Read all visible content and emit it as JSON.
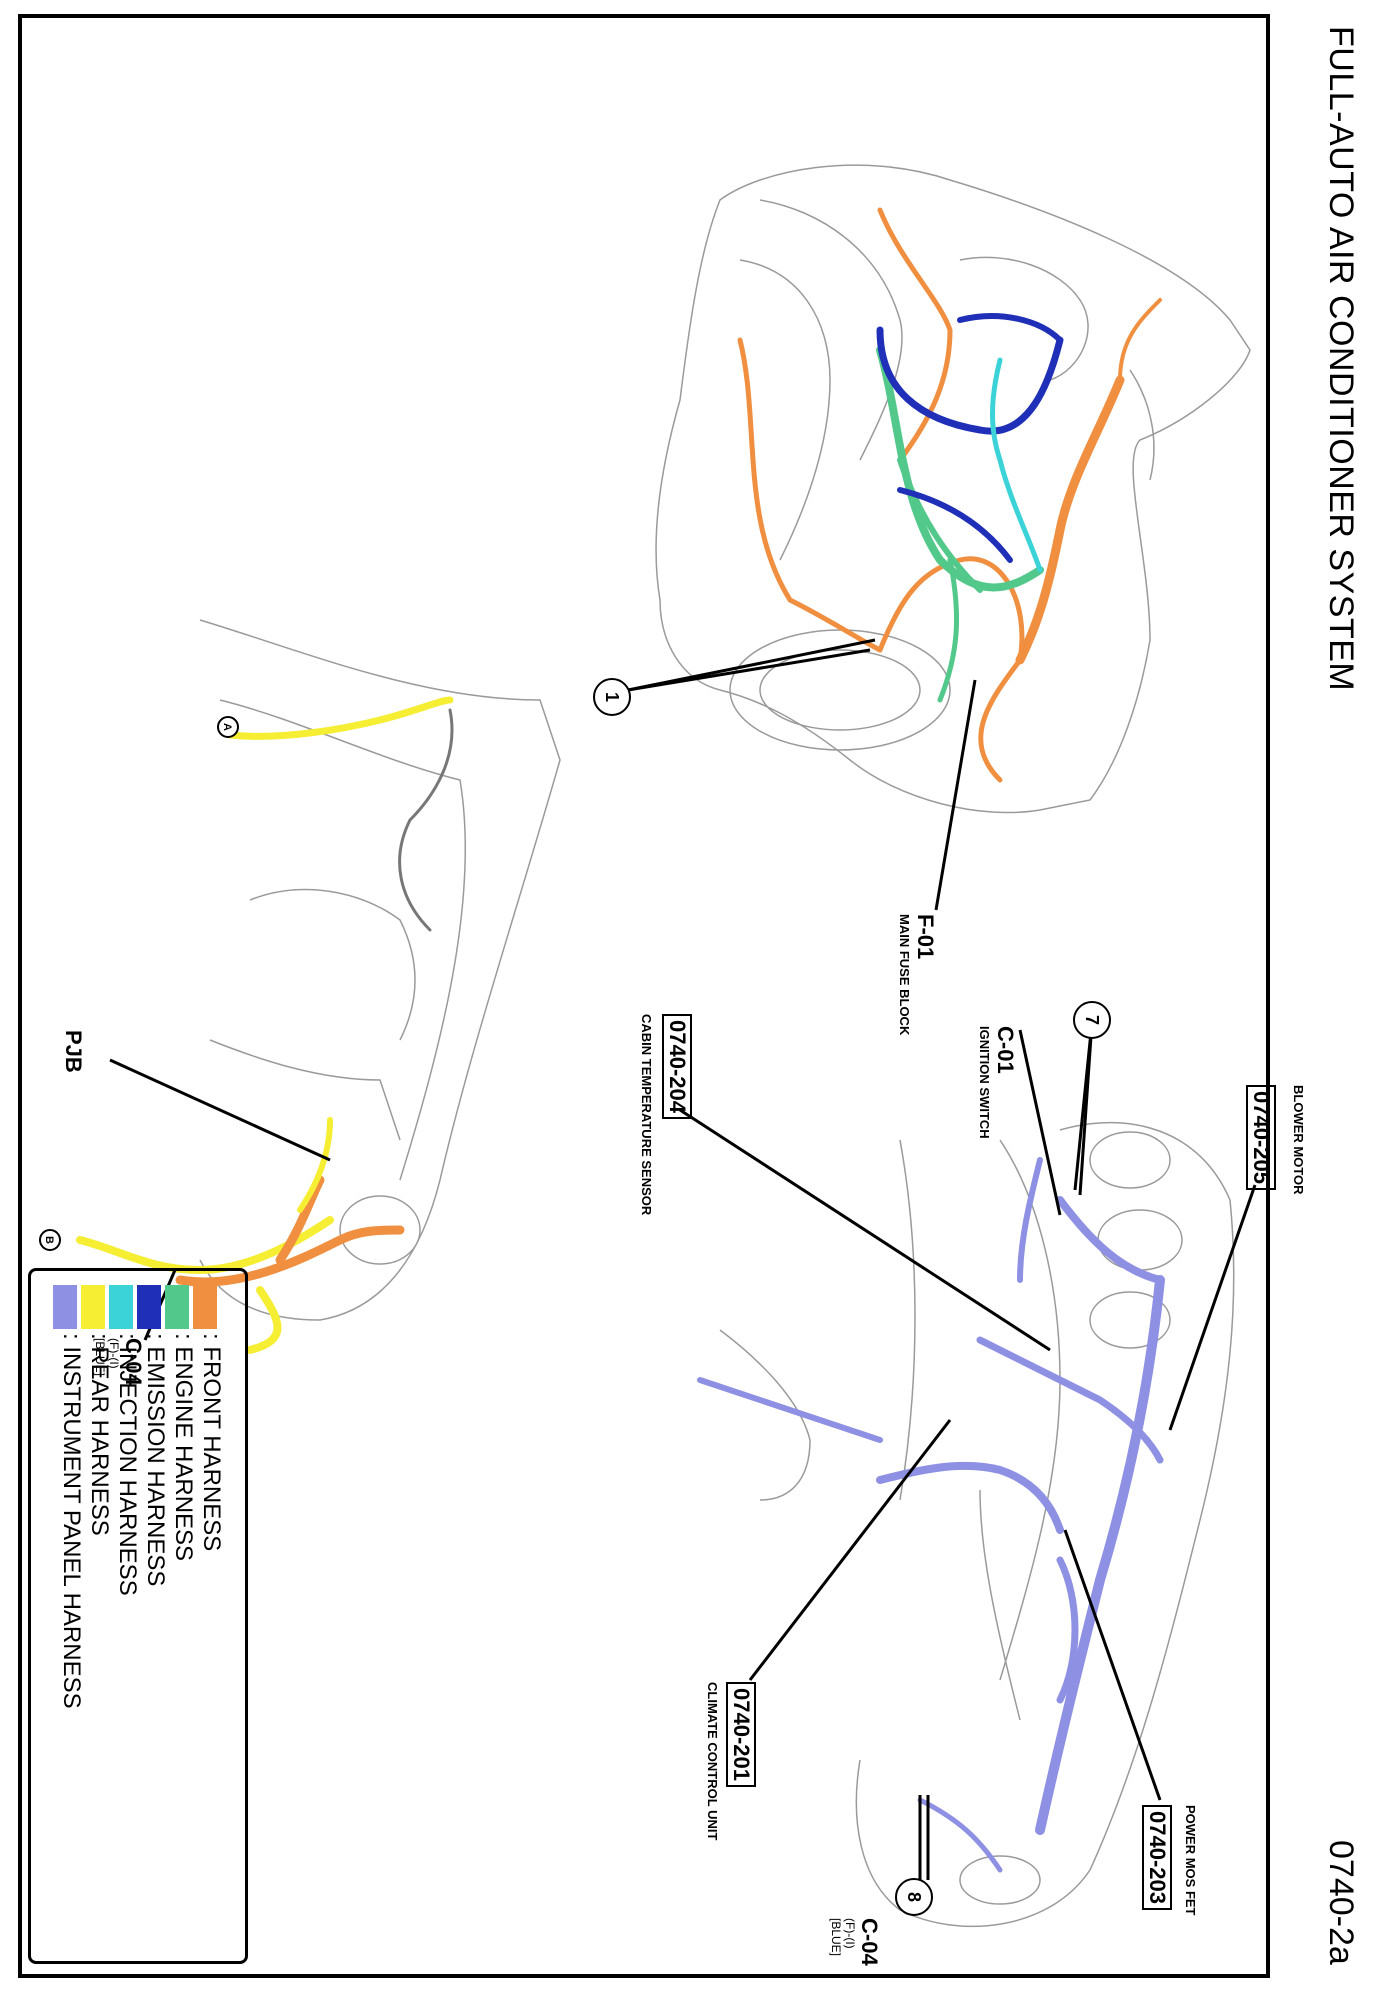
{
  "title": "FULL-AUTO AIR CONDITIONER SYSTEM",
  "page_number": "0740-2a",
  "callouts": {
    "one": "1",
    "seven": "7",
    "eight": "8",
    "circle_a": "A",
    "circle_b": "B"
  },
  "labels": {
    "f01_code": "F-01",
    "f01_name": "MAIN FUSE BLOCK",
    "c01_code": "C-01",
    "c01_name": "IGNITION SWITCH",
    "pjb": "PJB",
    "c04_left_code": "C-04",
    "c04_left_sub1": "(F)-(I)",
    "c04_left_sub2": "[BLUE]",
    "c04_right_code": "C-04",
    "c04_right_sub1": "(F)-(I)",
    "c04_right_sub2": "[BLUE]",
    "ref_204": "0740-204",
    "ref_204_name": "CABIN TEMPERATURE SENSOR",
    "ref_205": "0740-205",
    "ref_205_name": "BLOWER MOTOR",
    "ref_201": "0740-201",
    "ref_201_name": "CLIMATE CONTROL UNIT",
    "ref_203": "0740-203",
    "ref_203_name": "POWER MOS FET"
  },
  "legend": [
    {
      "text": ": FRONT HARNESS",
      "color": "#ef8f3f"
    },
    {
      "text": ": ENGINE HARNESS",
      "color": "#52c98a"
    },
    {
      "text": ": EMISSION HARNESS",
      "color": "#1f2fb8"
    },
    {
      "text": ": INJECTION HARNESS",
      "color": "#3cd3d8"
    },
    {
      "text": ": REAR HARNESS",
      "color": "#f5ee32"
    },
    {
      "text": ": INSTRUMENT PANEL HARNESS",
      "color": "#8e90e3"
    }
  ],
  "colors": {
    "front": "#ef8f3f",
    "engine": "#52c98a",
    "emission": "#1f2fb8",
    "injection": "#3cd3d8",
    "rear": "#f5ee32",
    "instrument": "#8e90e3",
    "outline": "#9a9a9a"
  }
}
